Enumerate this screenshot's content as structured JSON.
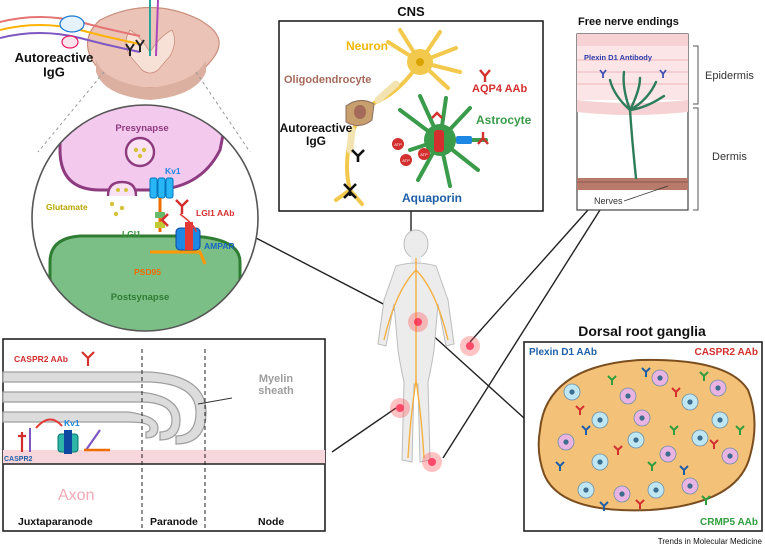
{
  "spinal": {
    "autoreactive_label": "Autoreactive\nIgG"
  },
  "synapse": {
    "presynapse": "Presynapse",
    "postsynapse": "Postsynapse",
    "kv1": "Kv1",
    "glutamate": "Glutamate",
    "lgi1_aab": "LGI1 AAb",
    "lgi1": "LGI1",
    "ampar": "AMPAR",
    "psd95": "PSD95"
  },
  "cns": {
    "title": "CNS",
    "neuron": "Neuron",
    "aqp4_aab": "AQP4 AAb",
    "oligodendrocyte": "Oligodendrocyte",
    "autoreactive_igg": "Autoreactive\nIgG",
    "astrocyte": "Astrocyte",
    "aquaporin": "Aquaporin",
    "atp": "ATP"
  },
  "skin": {
    "title": "Free nerve endings",
    "antibody": "Plexin D1 Antibody",
    "epidermis": "Epidermis",
    "dermis": "Dermis",
    "nerves": "Nerves"
  },
  "axon": {
    "caspr2_aab": "CASPR2 AAb",
    "myelin_sheath": "Myelin\nsheath",
    "kv1": "Kv1",
    "caspr2": "CASPR2",
    "axon": "Axon",
    "juxtaparanode": "Juxtaparanode",
    "paranode": "Paranode",
    "node": "Node"
  },
  "drg": {
    "title": "Dorsal root ganglia",
    "plexin_aab": "Plexin D1 AAb",
    "caspr2_aab": "CASPR2 AAb",
    "crmp5_aab": "CRMP5 AAb"
  },
  "footer": "Trends in Molecular Medicine",
  "colors": {
    "antibody_red": "#d32f2f",
    "kv1_blue": "#1e88e5",
    "astrocyte_green": "#3a9b4a",
    "neuron_yellow": "#f2c94c",
    "drg_fill": "#f4c178",
    "postsynapse_green": "#7cbf86",
    "presynapse_pink": "#f3c9ee"
  }
}
